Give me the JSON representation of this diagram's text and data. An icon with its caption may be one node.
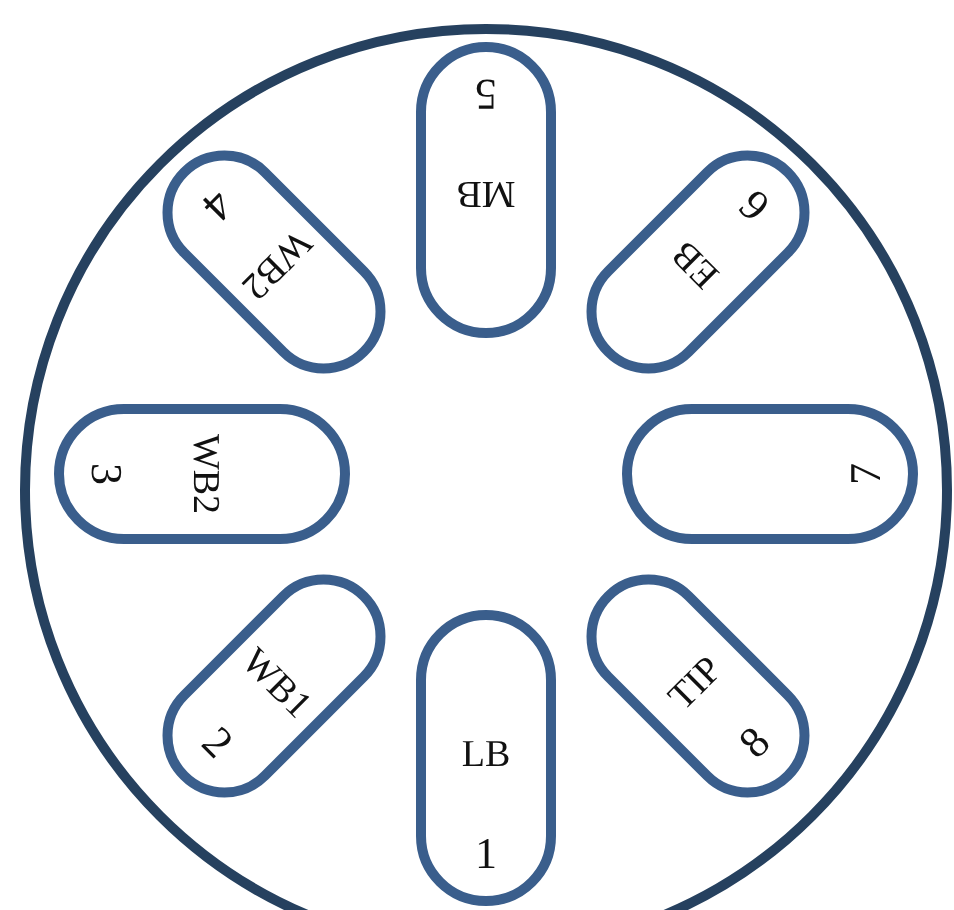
{
  "diagram": {
    "nodes": [
      {
        "text": [],
        "shape": "circle"
      },
      {
        "text": [
          "LB",
          "1"
        ],
        "in": 0
      },
      {
        "text": [
          "WB1",
          "2"
        ],
        "in": 0
      },
      {
        "text": [
          "WB2",
          "3"
        ],
        "in": 0
      },
      {
        "text": [
          "WB2",
          "4"
        ],
        "in": 0
      },
      {
        "text": [
          "MB",
          "5"
        ],
        "in": 0
      },
      {
        "text": [
          "EB",
          "6"
        ],
        "in": 0
      },
      {
        "text": [
          "7"
        ],
        "in": 0
      },
      {
        "text": [
          "TIP",
          "8"
        ],
        "in": 0
      }
    ]
  }
}
